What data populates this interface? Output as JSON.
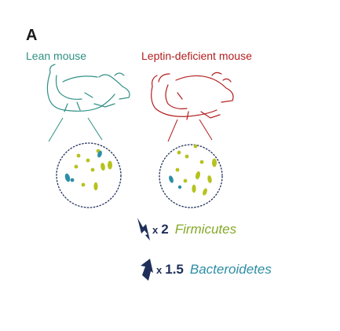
{
  "panel_letter": "A",
  "lean_label": "Lean mouse",
  "leptin_label": "Leptin-deficient mouse",
  "firmicutes": {
    "multiplier_symbol": "x",
    "multiplier_value": "2",
    "name": "Firmicutes",
    "direction": "up"
  },
  "bacteroidetes": {
    "multiplier_symbol": "x",
    "multiplier_value": "1.5",
    "name": "Bacteroidetes",
    "direction": "down"
  },
  "colors": {
    "lean": "#2f8f86",
    "leptin": "#b31e1e",
    "firmicutes": "#86a82a",
    "bacteroidetes": "#2e8ea6",
    "arrow": "#1f2f5a",
    "circle": "#1f2f5a"
  }
}
